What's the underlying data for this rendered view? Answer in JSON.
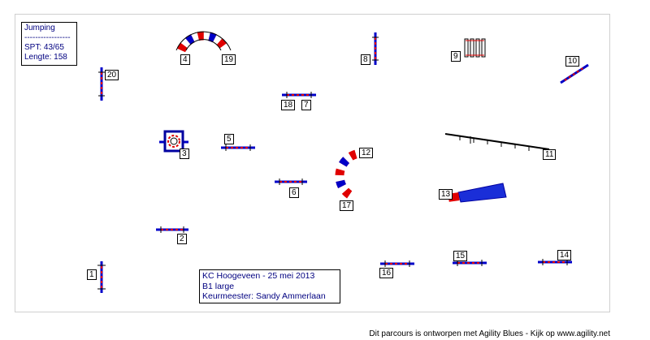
{
  "course_info": {
    "title": "Jumping",
    "divider": "-----------------",
    "spt": "SPT: 43/65",
    "length": "Lengte: 158"
  },
  "event": {
    "line1": "KC Hoogeveen - 25 mei 2013",
    "line2": "B1 large",
    "line3": "Keurmeester: Sandy Ammerlaan"
  },
  "footer": "Dit parcours is ontworpen met Agility Blues - Kijk op www.agility.net",
  "colors": {
    "pole_red": "#e00000",
    "wing_blue": "#0000c8",
    "tunnel_blue": "#1a2ed8"
  },
  "obstacle_numbers": [
    "1",
    "2",
    "3",
    "4",
    "5",
    "6",
    "7",
    "8",
    "9",
    "10",
    "11",
    "12",
    "13",
    "14",
    "15",
    "16",
    "17",
    "18",
    "19",
    "20"
  ]
}
